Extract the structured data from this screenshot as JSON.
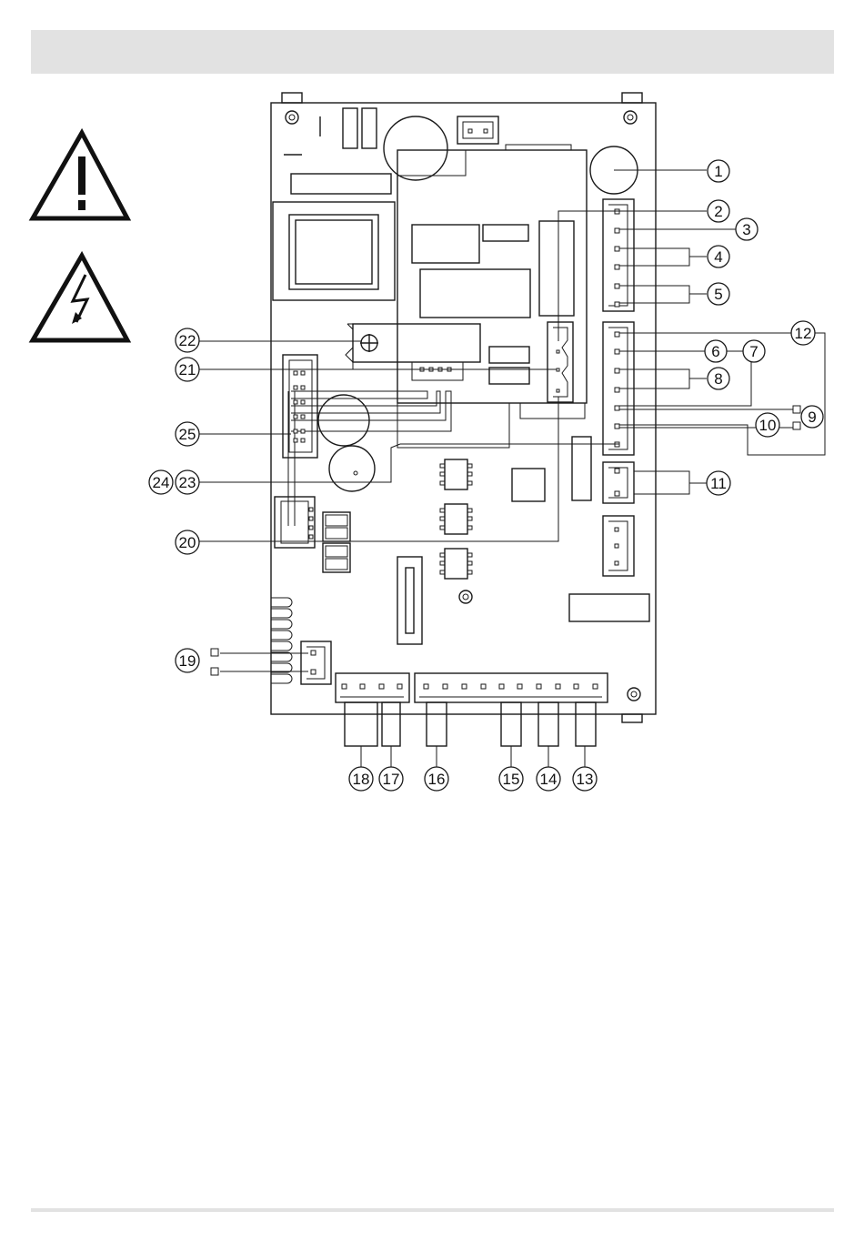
{
  "header": {
    "title": ""
  },
  "icons": [
    "warning-triangle-icon",
    "electric-hazard-icon"
  ],
  "callouts": [
    {
      "id": "1",
      "label": "1"
    },
    {
      "id": "2",
      "label": "2"
    },
    {
      "id": "3",
      "label": "3"
    },
    {
      "id": "4",
      "label": "4"
    },
    {
      "id": "5",
      "label": "5"
    },
    {
      "id": "6",
      "label": "6"
    },
    {
      "id": "7",
      "label": "7"
    },
    {
      "id": "8",
      "label": "8"
    },
    {
      "id": "9",
      "label": "9"
    },
    {
      "id": "10",
      "label": "10"
    },
    {
      "id": "11",
      "label": "11"
    },
    {
      "id": "12",
      "label": "12"
    },
    {
      "id": "13",
      "label": "13"
    },
    {
      "id": "14",
      "label": "14"
    },
    {
      "id": "15",
      "label": "15"
    },
    {
      "id": "16",
      "label": "16"
    },
    {
      "id": "17",
      "label": "17"
    },
    {
      "id": "18",
      "label": "18"
    },
    {
      "id": "19",
      "label": "19"
    },
    {
      "id": "20",
      "label": "20"
    },
    {
      "id": "21",
      "label": "21"
    },
    {
      "id": "22",
      "label": "22"
    },
    {
      "id": "23",
      "label": "23"
    },
    {
      "id": "24",
      "label": "24"
    },
    {
      "id": "25",
      "label": "25"
    }
  ]
}
